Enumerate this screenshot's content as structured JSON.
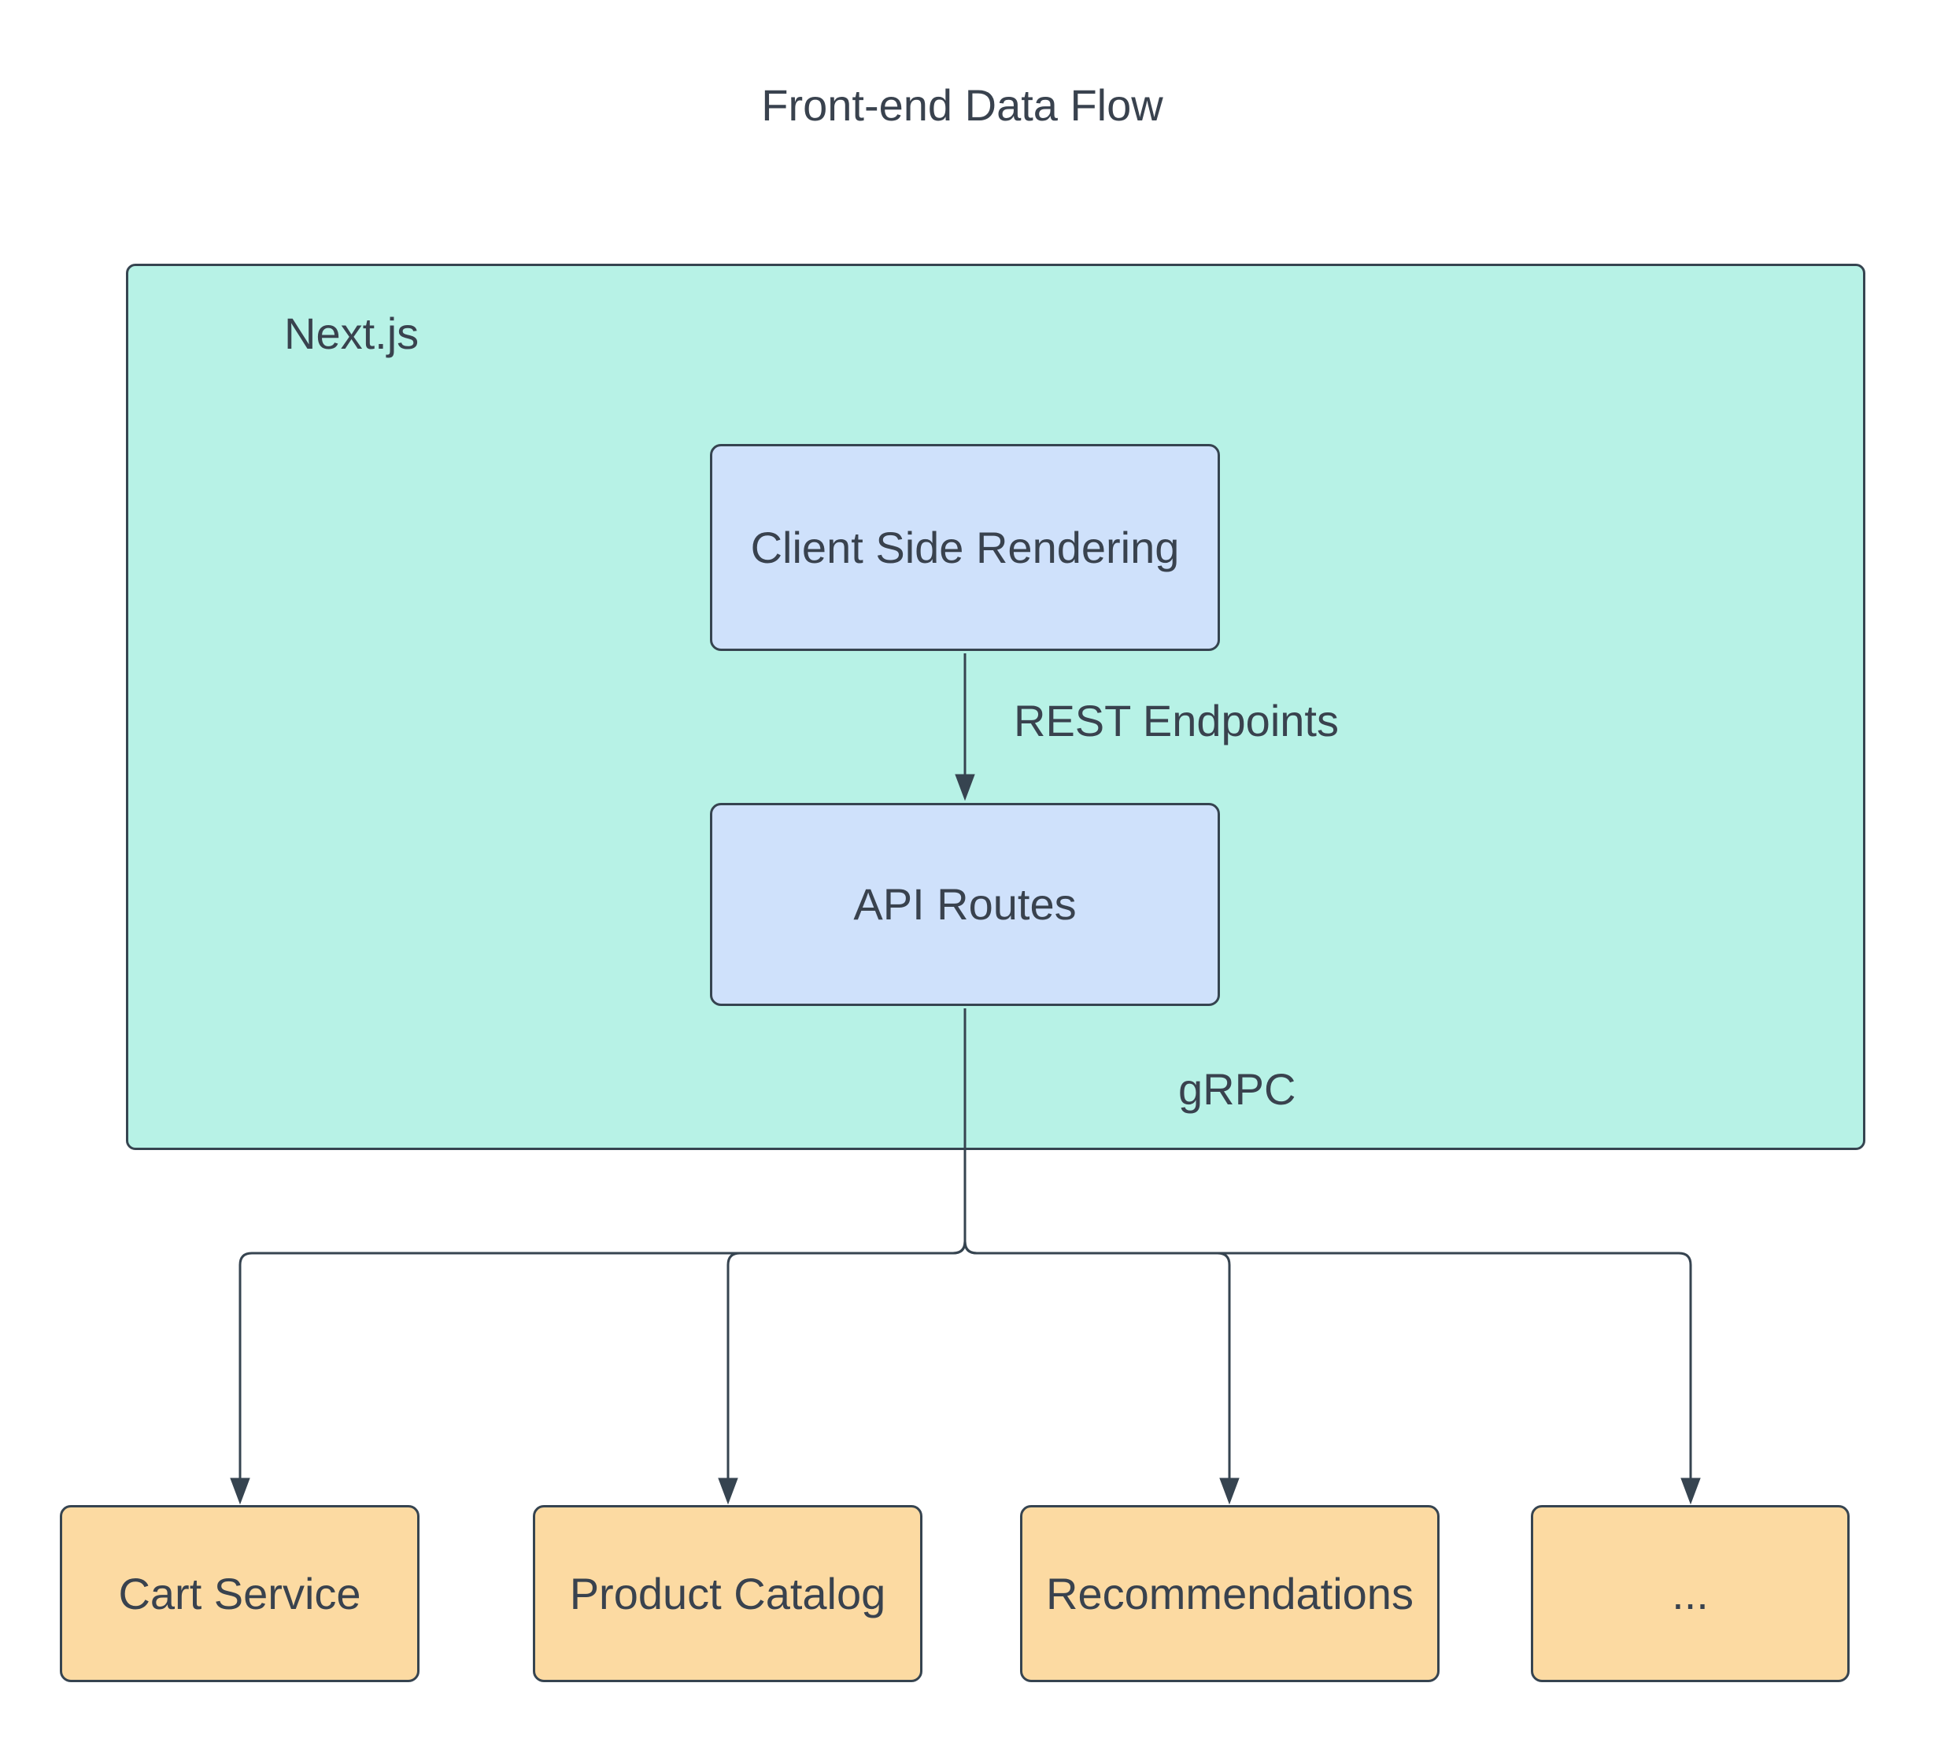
{
  "diagram": {
    "title": "Front-end Data Flow",
    "container": {
      "label": "Next.js"
    },
    "nodes": {
      "csr": {
        "label": "Client Side Rendering"
      },
      "api": {
        "label": "API Routes"
      },
      "cart": {
        "label": "Cart Service"
      },
      "catalog": {
        "label": "Product Catalog"
      },
      "recs": {
        "label": "Recommendations"
      },
      "more": {
        "label": "..."
      }
    },
    "edges": {
      "rest": {
        "label": "REST Endpoints",
        "from": "Client Side Rendering",
        "to": "API Routes"
      },
      "grpc": {
        "label": "gRPC",
        "from": "API Routes",
        "to": "Cart Service / Product Catalog / Recommendations / ..."
      }
    },
    "colors": {
      "background": "#ffffff",
      "container_fill": "#b7f2e6",
      "node_blue_fill": "#cfe1fb",
      "node_orange_fill": "#fcdaa2",
      "stroke": "#364450",
      "text": "#39424e"
    }
  }
}
